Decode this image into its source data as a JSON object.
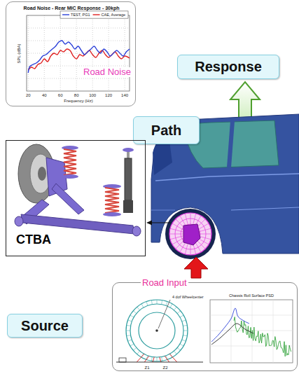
{
  "diagram": {
    "nodes": [
      {
        "text": [
          "Road Noise - Rear MIC Response - 30kph",
          "Road Noise"
        ]
      },
      {
        "text": [
          "Response"
        ]
      },
      {
        "text": [
          "Path"
        ]
      },
      {
        "text": [
          "CTBA"
        ]
      },
      {
        "text": [
          "Road Input"
        ]
      },
      {
        "text": [
          "Source"
        ]
      }
    ],
    "labels": [
      "SPL (dBA)",
      "20",
      "40",
      "60",
      "80",
      "100",
      "120",
      "140",
      "Frequency (Hz)",
      "4 dof Wheelcenter",
      "Z1",
      "Z2",
      "Chassis Roll Surface PSD"
    ],
    "legend": [
      {
        "text": "TEST, PG1"
      },
      {
        "text": "CAE, Average"
      }
    ]
  }
}
